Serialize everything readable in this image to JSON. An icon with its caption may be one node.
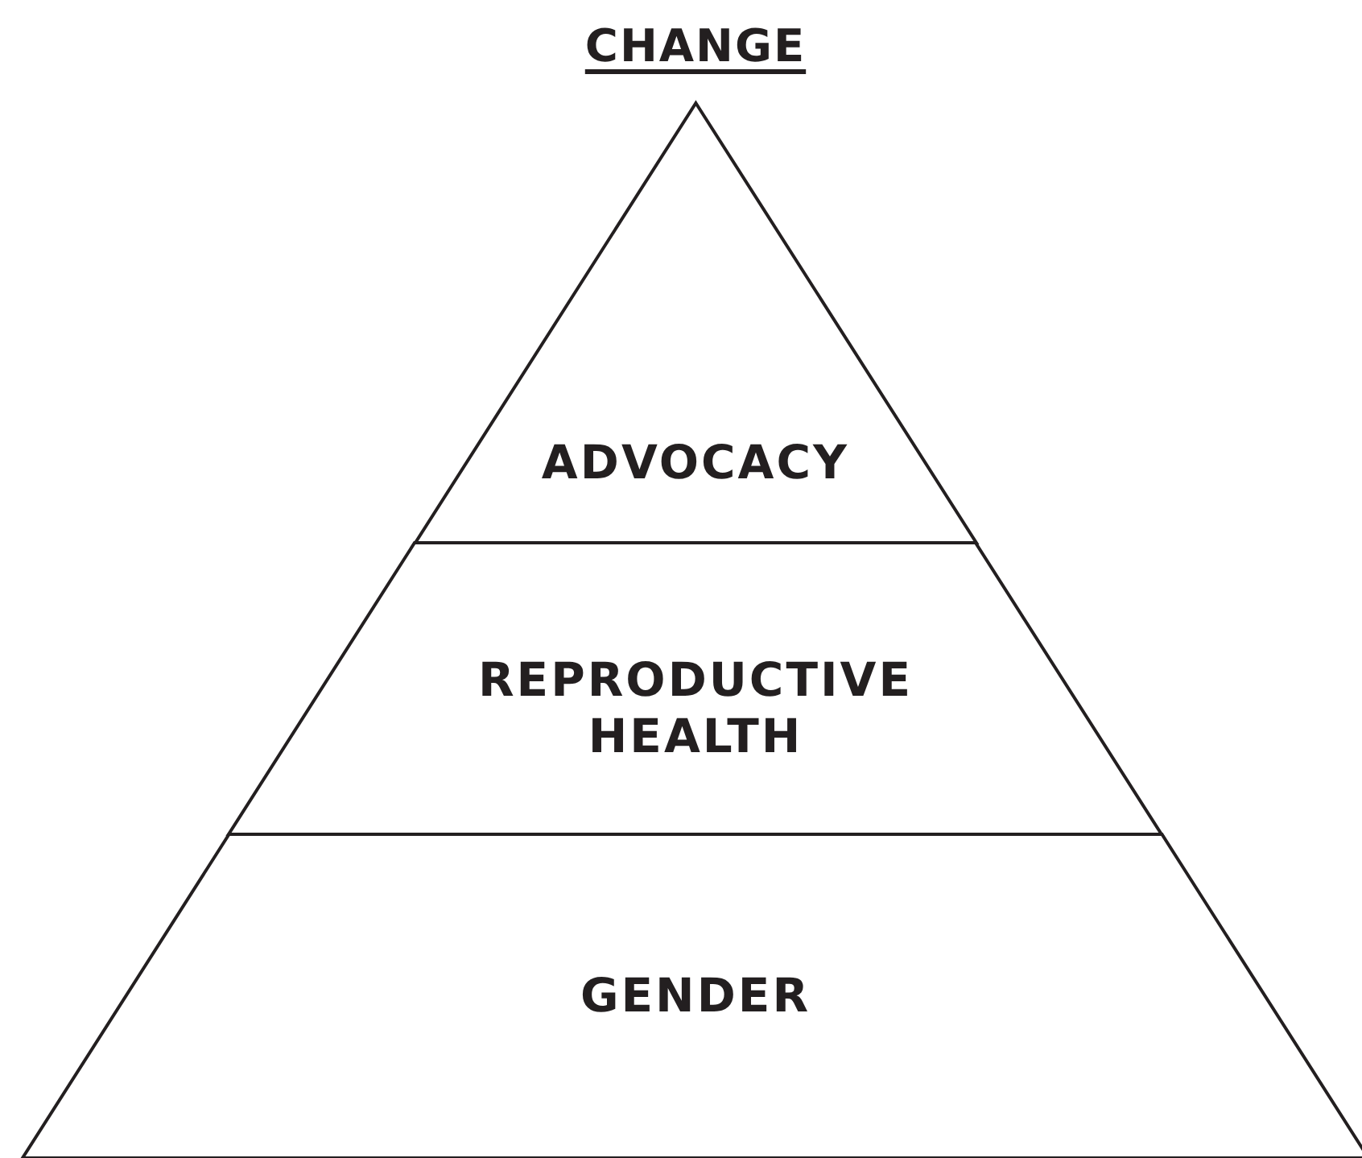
{
  "diagram": {
    "title": "CHANGE",
    "nodes": [
      {
        "text": [
          "ADVOCACY"
        ]
      },
      {
        "text": [
          "REPRODUCTIVE HEALTH"
        ]
      },
      {
        "text": [
          "GENDER"
        ]
      }
    ]
  }
}
